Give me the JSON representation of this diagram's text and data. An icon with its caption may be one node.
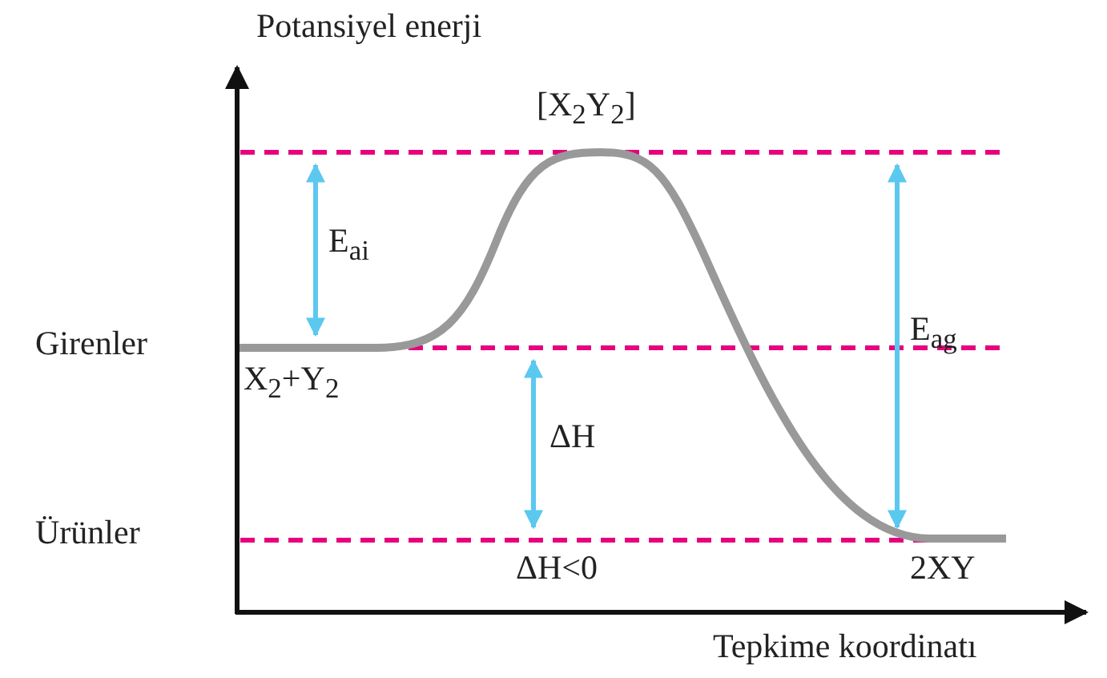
{
  "diagram": {
    "labels": [
      "Potansiyel enerji",
      "[X$_{2}$Y$_{2}$]",
      "E$_{ai}$",
      "Girenler",
      "X$_{2}$+Y$_{2}$",
      "E$_{ag}$",
      "ΔH",
      "Ürünler",
      "ΔH<0",
      "2XY",
      "Tepkime koordinatı"
    ]
  }
}
